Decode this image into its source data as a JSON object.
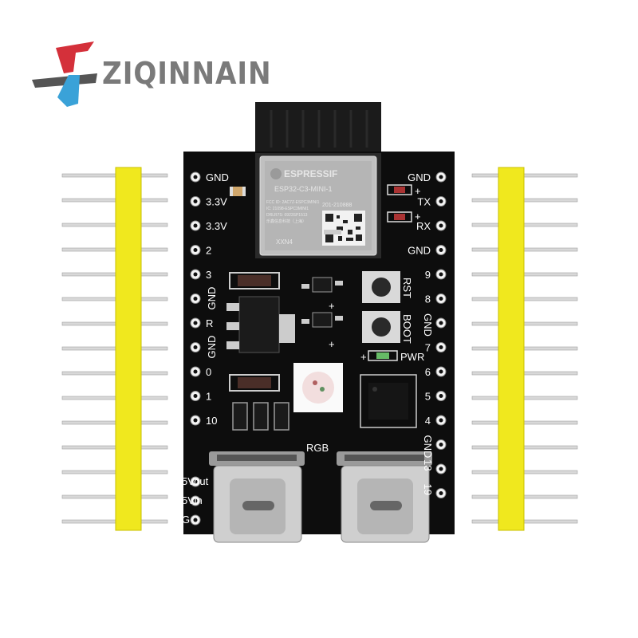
{
  "brand": {
    "name": "ZIQINNAIN"
  },
  "module": {
    "vendor": "ESPRESSIF",
    "model": "ESP32-C3-MINI-1",
    "cert_line": "201-210888",
    "code": "XXN4",
    "fine_print": [
      "FCC ID: 2AC7Z-ESPC3MINI1",
      "IC: 21098-ESPC3MINI1",
      "DRLR7S: 0923SP1513",
      "乐鑫信息科技（上海）"
    ]
  },
  "left_pins": [
    "GND",
    "3.3V",
    "3.3V",
    "2",
    "3",
    "GND",
    "R",
    "GND",
    "0",
    "1",
    "10",
    "5Vout",
    "5Vin",
    "G"
  ],
  "right_pins": [
    "GND",
    "TX",
    "RX",
    "GND",
    "9",
    "8",
    "GND",
    "7",
    "6",
    "5",
    "4",
    "GND",
    "18",
    "19"
  ],
  "signs": {
    "tx": "+",
    "rx": "+",
    "pwr": "+",
    "dio1": "+",
    "dio2": "+"
  },
  "buttons": [
    {
      "label": "RST"
    },
    {
      "label": "BOOT"
    }
  ],
  "indicators": {
    "pwr": "PWR",
    "rgb": "RGB"
  },
  "colors": {
    "board": "#0d0d0d",
    "header": "#f0e81e",
    "silkscreen": "#ffffff",
    "connector": "#c4c4c4",
    "module_shield": "#c0c0c0"
  }
}
